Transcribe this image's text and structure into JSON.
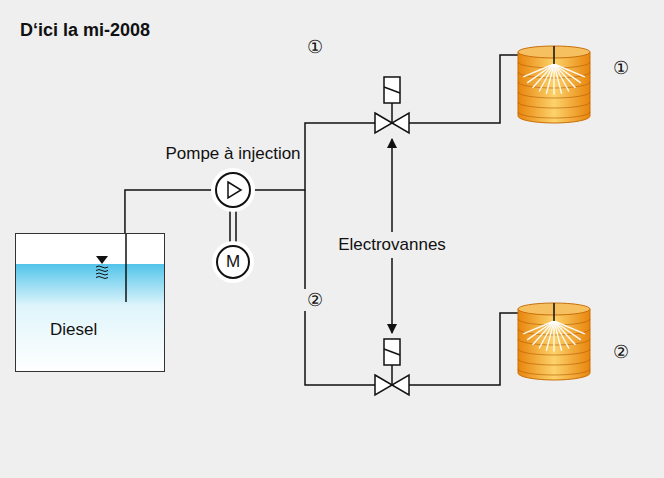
{
  "diagram": {
    "title": "D‘ici la mi-2008",
    "nodes": [
      {
        "text": [
          "Diesel"
        ]
      },
      {
        "text": [
          "Pompe à injection"
        ]
      },
      {
        "text": [
          "M"
        ]
      }
    ],
    "edges": [
      {
        "from": 0,
        "to": 1,
        "arrow": "none"
      },
      {
        "from": 1,
        "to": 2,
        "arrow": "none"
      }
    ],
    "labels": [
      "①",
      "①",
      "Electrovannes",
      "②",
      "②"
    ]
  }
}
